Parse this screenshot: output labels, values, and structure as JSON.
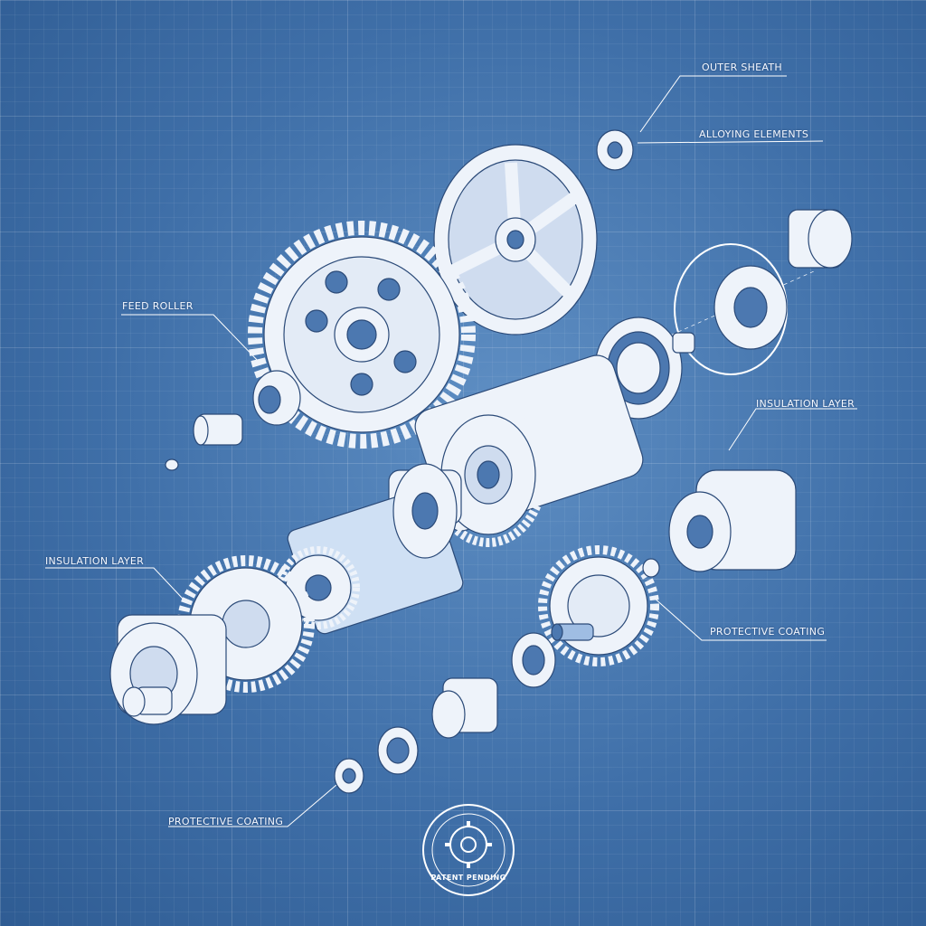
{
  "labels": {
    "outer_sheath": "OUTER SHEATH",
    "alloying_elements": "ALLOYING ELEMENTS",
    "feed_roller": "FEED ROLLER",
    "insulation_layer_right": "INSULATION LAYER",
    "insulation_layer_left": "INSULATION LAYER",
    "protective_coating_right": "PROTECTIVE COATING",
    "protective_coating_bottom": "PROTECTIVE COATING"
  },
  "stamp": {
    "text": "PATENT PENDING"
  },
  "colors": {
    "background": "#3f6fa8",
    "line": "#ffffff",
    "part_fill": "#eef3fa",
    "accent_blue": "#4c78b0"
  }
}
